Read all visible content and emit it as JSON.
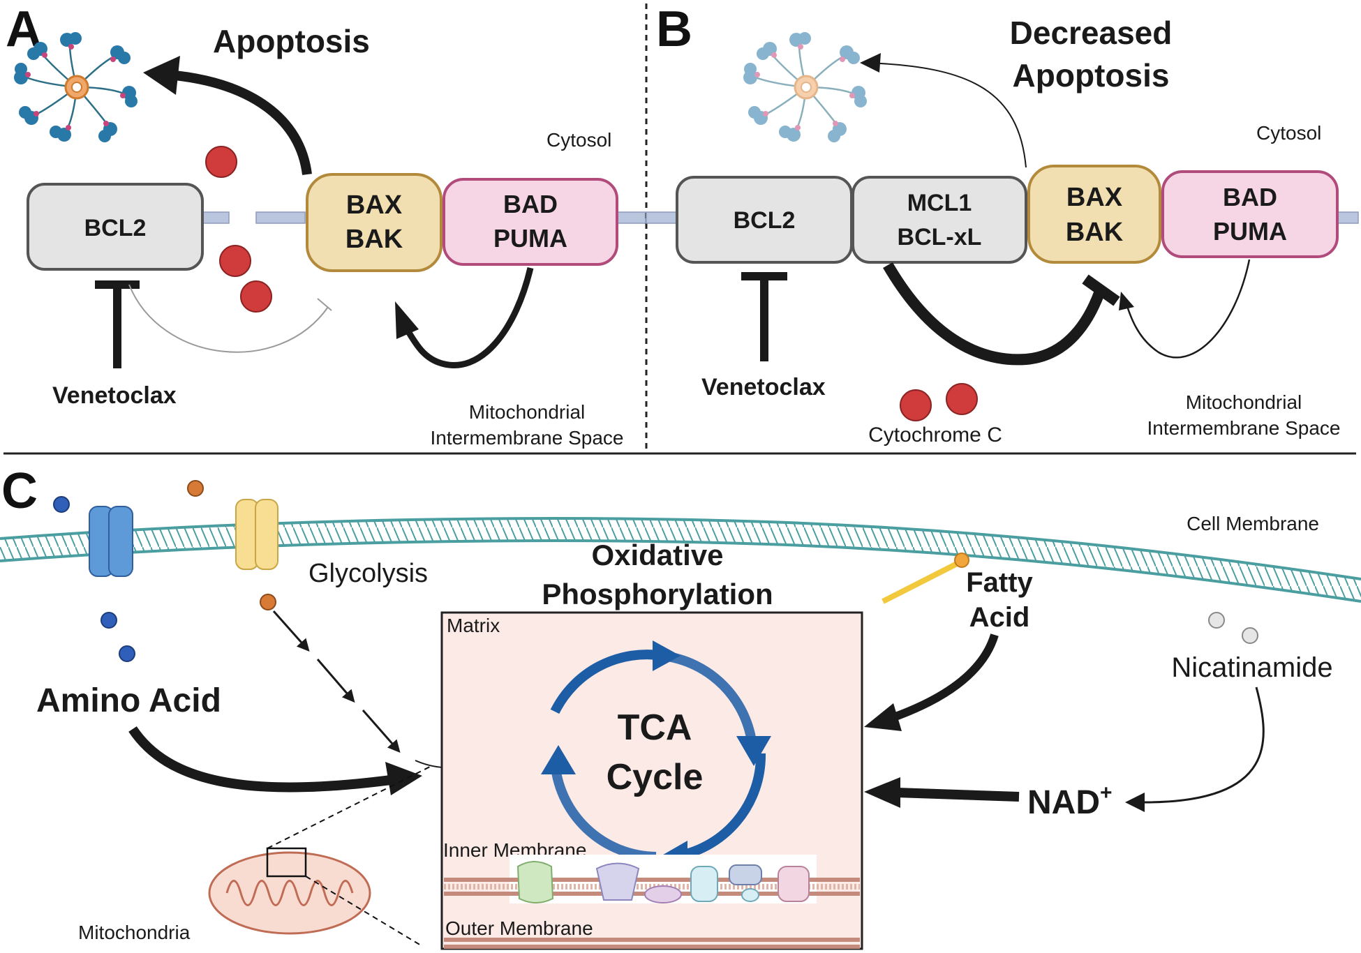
{
  "panel_a": {
    "letter": "A",
    "title": "Apoptosis",
    "cytosol_label": "Cytosol",
    "bcl2_label": "BCL2",
    "bax_line1": "BAX",
    "bax_line2": "BAK",
    "bad_line1": "BAD",
    "bad_line2": "PUMA",
    "drug_label": "Venetoclax",
    "ims_line1": "Mitochondrial",
    "ims_line2": "Intermembrane Space"
  },
  "panel_b": {
    "letter": "B",
    "title_line1": "Decreased",
    "title_line2": "Apoptosis",
    "cytosol_label": "Cytosol",
    "bcl2_label": "BCL2",
    "mcl1_line1": "MCL1",
    "mcl1_line2": "BCL-xL",
    "bax_line1": "BAX",
    "bax_line2": "BAK",
    "bad_line1": "BAD",
    "bad_line2": "PUMA",
    "drug_label": "Venetoclax",
    "cytochrome_label": "Cytochrome C",
    "ims_line1": "Mitochondrial",
    "ims_line2": "Intermembrane Space"
  },
  "panel_c": {
    "letter": "C",
    "cell_membrane_label": "Cell Membrane",
    "glycolysis_label": "Glycolysis",
    "title_line1": "Oxidative",
    "title_line2": "Phosphorylation",
    "fatty_line1": "Fatty",
    "fatty_line2": "Acid",
    "amino_acid_label": "Amino Acid",
    "nicotinamide_label": "Nicatinamide",
    "nad_label": "NAD",
    "nad_sup": "+",
    "matrix_label": "Matrix",
    "tca_line1": "TCA",
    "tca_line2": "Cycle",
    "inner_membrane_label": "Inner Membrane",
    "outer_membrane_label": "Outer Membrane",
    "mitochondria_label": "Mitochondria"
  },
  "colors": {
    "bcl2_fill": "#e4e4e4",
    "bax_fill": "#f1dfb1",
    "bax_stroke": "#b38a3c",
    "bad_fill": "#f6d6e4",
    "bad_stroke": "#b04b7c",
    "cytochrome": "#d03b3b",
    "tca_blue": "#1d5da6",
    "matrix_fill": "#fbeae6",
    "membrane_teal": "#4a9ea0"
  }
}
